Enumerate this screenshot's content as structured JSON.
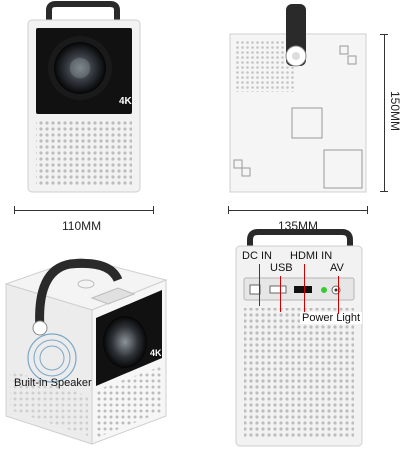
{
  "badge_4k": "4K",
  "dimensions": {
    "width": "110MM",
    "depth": "135MM",
    "height": "150MM"
  },
  "ports": {
    "dc_in": "DC IN",
    "usb": "USB",
    "hdmi_in": "HDMI IN",
    "av": "AV",
    "power_light": "Power Light"
  },
  "speaker_label": "Built-in Speaker",
  "colors": {
    "body": "#f2f2f2",
    "handle": "#2a2a2a",
    "lens_panel": "#111111",
    "annotation": "#cc0000"
  }
}
